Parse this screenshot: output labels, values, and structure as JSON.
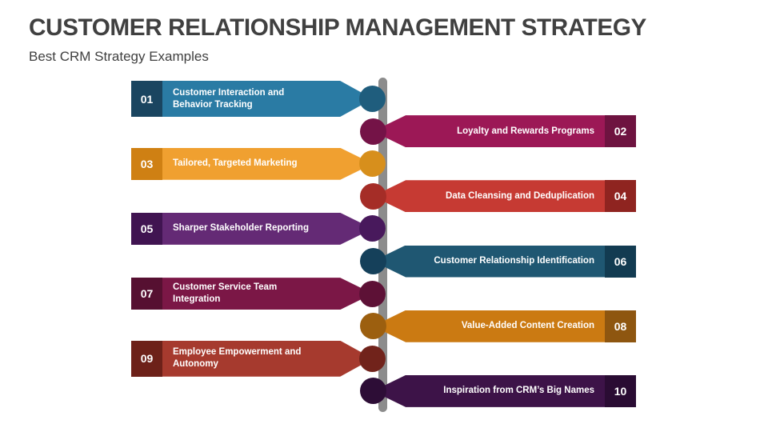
{
  "header": {
    "title": "CUSTOMER RELATIONSHIP MANAGEMENT STRATEGY",
    "subtitle": "Best CRM Strategy Examples",
    "title_color": "#404040",
    "subtitle_color": "#404040"
  },
  "diagram": {
    "type": "alternating-arrow-timeline",
    "spine_color": "#8c8c8c",
    "background": "#ffffff",
    "text_color": "#ffffff",
    "items": [
      {
        "number": "01",
        "label": "Customer Interaction and Behavior Tracking",
        "label_lines": [
          "Customer Interaction and",
          "Behavior Tracking"
        ],
        "side": "left",
        "arrow_color": "#2a7ba4",
        "numbox_color": "#1a4560",
        "dot_color": "#1f5d7d"
      },
      {
        "number": "02",
        "label": "Loyalty and Rewards Programs",
        "label_lines": [
          "Loyalty and Rewards Programs"
        ],
        "side": "right",
        "arrow_color": "#9c1856",
        "numbox_color": "#6e1340",
        "dot_color": "#741347"
      },
      {
        "number": "03",
        "label": "Tailored, Targeted Marketing",
        "label_lines": [
          "Tailored, Targeted Marketing"
        ],
        "side": "left",
        "arrow_color": "#f0a030",
        "numbox_color": "#cf8013",
        "dot_color": "#d78f1c"
      },
      {
        "number": "04",
        "label": "Data Cleansing and Deduplication",
        "label_lines": [
          "Data Cleansing and Deduplication"
        ],
        "side": "right",
        "arrow_color": "#c63a33",
        "numbox_color": "#8f2420",
        "dot_color": "#a52d27"
      },
      {
        "number": "05",
        "label": "Sharper Stakeholder Reporting",
        "label_lines": [
          "Sharper Stakeholder Reporting"
        ],
        "side": "left",
        "arrow_color": "#642a75",
        "numbox_color": "#401451",
        "dot_color": "#48195c"
      },
      {
        "number": "06",
        "label": "Customer Relationship Identification",
        "label_lines": [
          "Customer Relationship Identification"
        ],
        "side": "right",
        "arrow_color": "#1f5772",
        "numbox_color": "#123b51",
        "dot_color": "#15405a"
      },
      {
        "number": "07",
        "label": "Customer Service Team Integration",
        "label_lines": [
          "Customer Service Team Integration"
        ],
        "side": "left",
        "arrow_color": "#7b1746",
        "numbox_color": "#561031",
        "dot_color": "#5d1136"
      },
      {
        "number": "08",
        "label": "Value-Added Content Creation",
        "label_lines": [
          "Value-Added Content Creation"
        ],
        "side": "right",
        "arrow_color": "#cb7a12",
        "numbox_color": "#8e5610",
        "dot_color": "#9c5f0f"
      },
      {
        "number": "09",
        "label": "Employee Empowerment and Autonomy",
        "label_lines": [
          "Employee Empowerment and",
          "Autonomy"
        ],
        "side": "left",
        "arrow_color": "#a63a2e",
        "numbox_color": "#6d2119",
        "dot_color": "#71231b"
      },
      {
        "number": "10",
        "label": "Inspiration from CRM’s Big Names",
        "label_lines": [
          "Inspiration from CRM’s Big Names"
        ],
        "side": "right",
        "arrow_color": "#3d1348",
        "numbox_color": "#2a0c33",
        "dot_color": "#2d0d36"
      }
    ]
  }
}
